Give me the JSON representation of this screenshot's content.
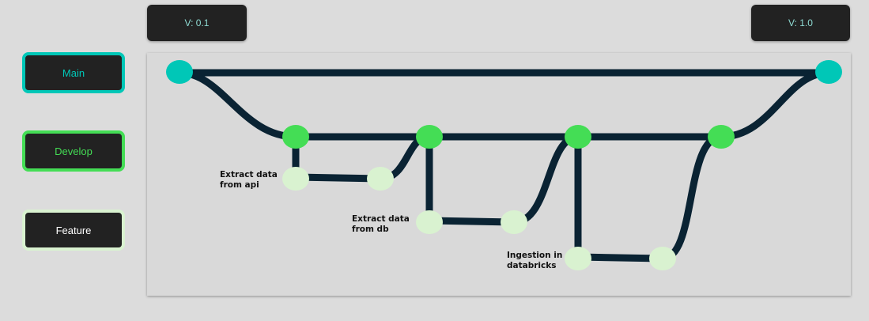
{
  "versions": {
    "start": "V: 0.1",
    "end": "V: 1.0"
  },
  "legend": [
    {
      "label": "Main",
      "color": "#00c7b7",
      "text_color": "#00c7b7"
    },
    {
      "label": "Develop",
      "color": "#44dd55",
      "text_color": "#44dd55"
    },
    {
      "label": "Feature",
      "color": "#d9f2d0",
      "text_color": "#ffffff"
    }
  ],
  "branch_labels": {
    "api": "Extract data\nfrom api",
    "db": "Extract data\nfrom db",
    "databricks": "Ingestion in\ndatabricks"
  },
  "colors": {
    "line": "#0a2333",
    "main_node": "#00c7b7",
    "develop_node": "#44dd55",
    "feature_node": "#d9f2d0"
  }
}
